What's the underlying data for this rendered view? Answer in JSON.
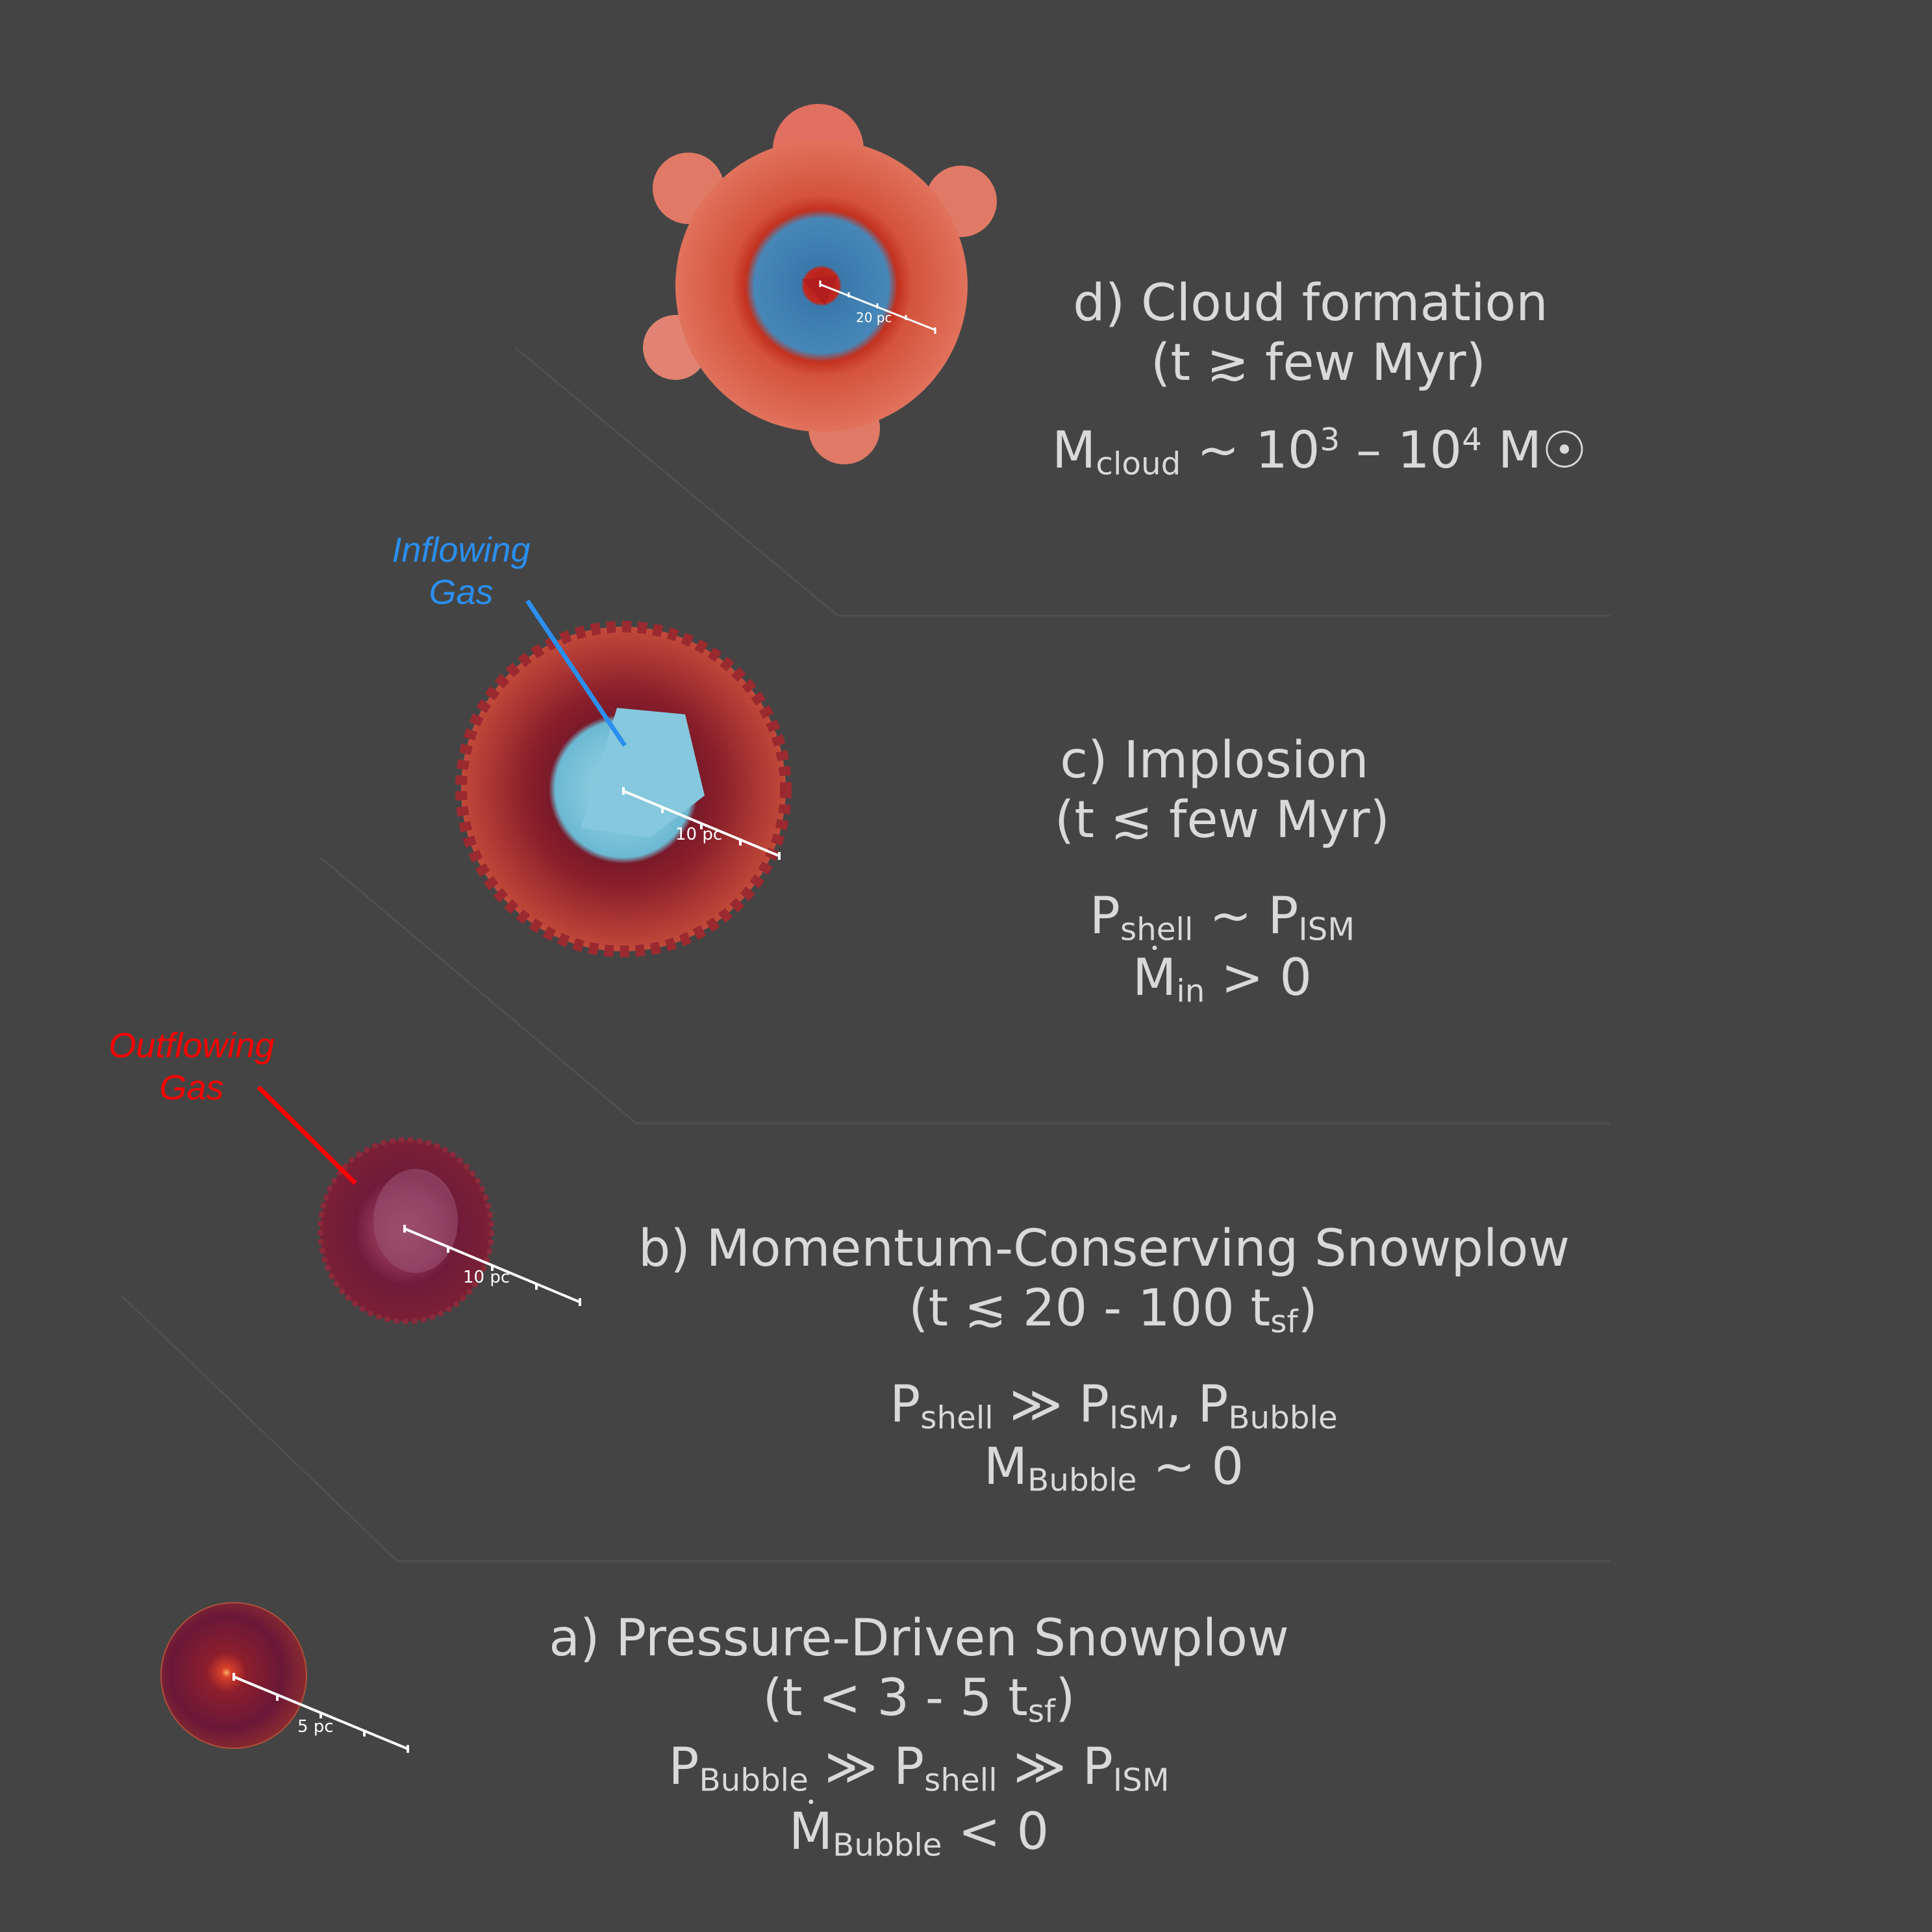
{
  "colors": {
    "background": "#444444",
    "text": "#d9d9d9",
    "inflow_label": "#2a8ff0",
    "outflow_label": "#ff0000",
    "separator": "#505050"
  },
  "stages": {
    "d": {
      "title": "d) Cloud formation",
      "time": "(t ≳ few Myr)",
      "condition1": {
        "M": "M",
        "sub": "cloud",
        "rest_a": " ~ 10",
        "sup1": "3",
        "rest_b": " – 10",
        "sup2": "4",
        "rest_c": " M☉"
      },
      "scale_label": "20 pc"
    },
    "c": {
      "title": "c) Implosion",
      "time": "(t ≲ few Myr)",
      "condition1": {
        "P1": "P",
        "sub1": "shell",
        "op": " ~ ",
        "P2": "P",
        "sub2": "ISM"
      },
      "condition2": {
        "M": "M",
        "sub": "in",
        "rest": " > 0"
      },
      "scale_label": "10 pc",
      "annotation": {
        "line1": "Inflowing",
        "line2": "Gas"
      }
    },
    "b": {
      "title": "b) Momentum-Conserving Snowplow",
      "time_a": "(t ≲ 20 - 100 t",
      "time_sub": "sf",
      "time_b": ")",
      "condition1": {
        "P1": "P",
        "sub1": "shell",
        "op": " ≫ ",
        "P2": "P",
        "sub2": "ISM",
        "comma": ", ",
        "P3": "P",
        "sub3": "Bubble"
      },
      "condition2": {
        "M": "M",
        "sub": "Bubble",
        "rest": " ~ 0"
      },
      "scale_label": "10 pc",
      "annotation": {
        "line1": "Outflowing",
        "line2": "Gas"
      }
    },
    "a": {
      "title": "a) Pressure-Driven Snowplow",
      "time_a": "(t < 3 - 5 t",
      "time_sub": "sf",
      "time_b": ")",
      "condition1": {
        "P1": "P",
        "sub1": "Bubble",
        "op1": " ≫ ",
        "P2": "P",
        "sub2": "shell",
        "op2": " ≫ ",
        "P3": "P",
        "sub3": "ISM"
      },
      "condition2": {
        "M": "M",
        "sub": "Bubble",
        "rest": " < 0"
      },
      "scale_label": "5 pc"
    }
  }
}
